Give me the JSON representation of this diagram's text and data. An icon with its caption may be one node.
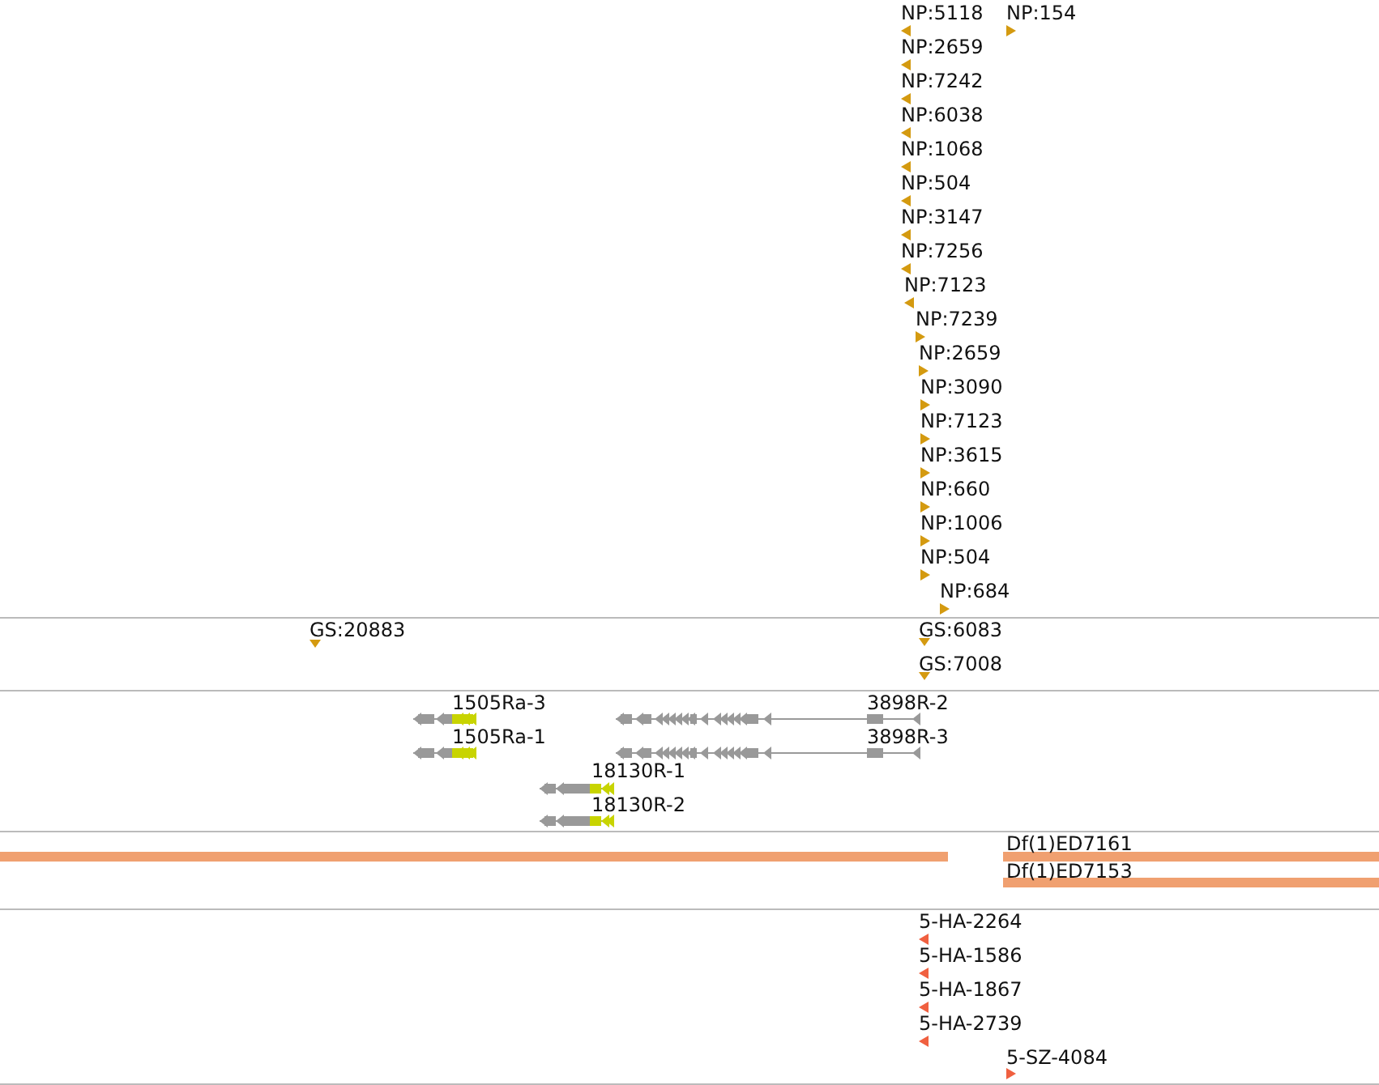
{
  "diagram": {
    "labels": [
      "NP:5118",
      "NP:154",
      "NP:2659",
      "NP:7242",
      "NP:6038",
      "NP:1068",
      "NP:504",
      "NP:3147",
      "NP:7256",
      "NP:7123",
      "NP:7239",
      "NP:2659",
      "NP:3090",
      "NP:7123",
      "NP:3615",
      "NP:660",
      "NP:1006",
      "NP:504",
      "NP:684",
      "GS:20883",
      "GS:6083",
      "GS:7008",
      "1505Ra-3",
      "3898R-2",
      "1505Ra-1",
      "3898R-3",
      "18130R-1",
      "18130R-2",
      "Df(1)ED7161",
      "Df(1)ED7153",
      "5-HA-2264",
      "5-HA-1586",
      "5-HA-1867",
      "5-HA-2739",
      "5-SZ-4084"
    ]
  }
}
